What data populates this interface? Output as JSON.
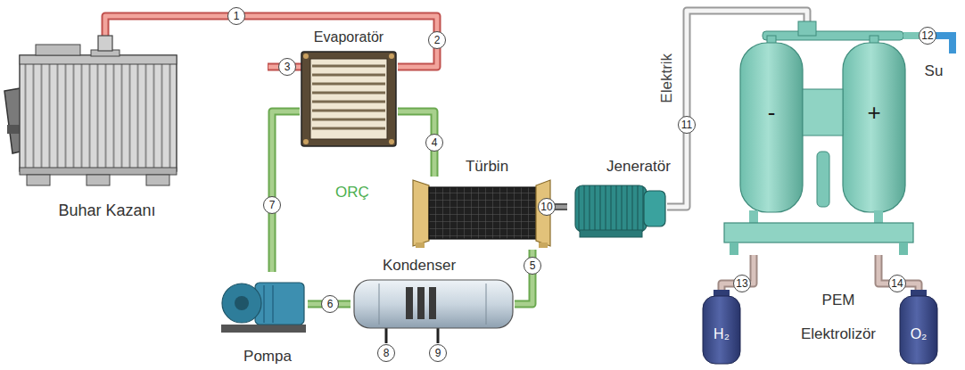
{
  "diagram": {
    "nodes": [
      {
        "text": [
          "Buhar Kazanı"
        ]
      },
      {
        "text": [
          "Evaporatör"
        ]
      },
      {
        "text": [
          "Türbin"
        ]
      },
      {
        "text": [
          "Jeneratör"
        ]
      },
      {
        "text": [
          "PEM Elektrolizör",
          "-",
          "+"
        ]
      },
      {
        "text": [
          "Kondenser"
        ]
      },
      {
        "text": [
          "Pompa"
        ]
      },
      {
        "text": [
          "H₂"
        ]
      },
      {
        "text": [
          "O₂"
        ]
      }
    ],
    "edges": [
      {
        "from": 0,
        "to": 1,
        "arrow": "none"
      },
      {
        "from": 1,
        "to": 2,
        "arrow": "none"
      },
      {
        "from": 2,
        "to": 5,
        "arrow": "none"
      },
      {
        "from": 5,
        "to": 6,
        "arrow": "none"
      },
      {
        "from": 6,
        "to": 1,
        "arrow": "none"
      },
      {
        "from": 2,
        "to": 3,
        "arrow": "none"
      },
      {
        "from": 3,
        "to": 4,
        "arrow": "none"
      },
      {
        "from": 4,
        "to": 7,
        "arrow": "none"
      },
      {
        "from": 4,
        "to": 8,
        "arrow": "none"
      }
    ],
    "labels": [
      "1",
      "2",
      "3",
      "4",
      "5",
      "6",
      "7",
      "8",
      "9",
      "10",
      "11",
      "12",
      "13",
      "14",
      "ORÇ",
      "Elektrik",
      "Su"
    ]
  }
}
